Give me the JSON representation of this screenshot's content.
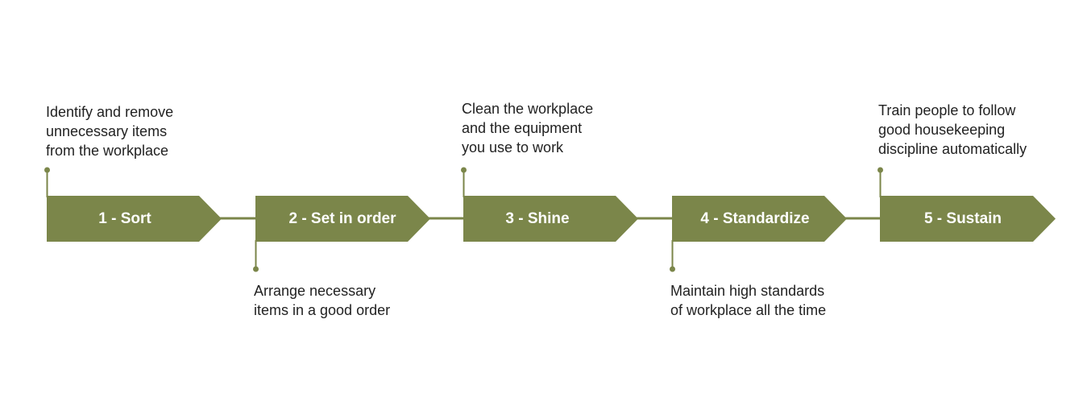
{
  "colors": {
    "accent": "#7b864a",
    "text": "#222222"
  },
  "steps": [
    {
      "label": "1 - Sort",
      "description": "Identify and remove\nunnecessary items\nfrom the workplace",
      "position": "top"
    },
    {
      "label": "2 - Set in order",
      "description": "Arrange necessary\nitems in a good order",
      "position": "bottom"
    },
    {
      "label": "3 - Shine",
      "description": "Clean the workplace\nand the equipment\nyou use to work",
      "position": "top"
    },
    {
      "label": "4 - Standardize",
      "description": "Maintain high standards\nof workplace all the time",
      "position": "bottom"
    },
    {
      "label": "5 - Sustain",
      "description": "Train people to follow\ngood housekeeping\ndiscipline automatically",
      "position": "top"
    }
  ]
}
